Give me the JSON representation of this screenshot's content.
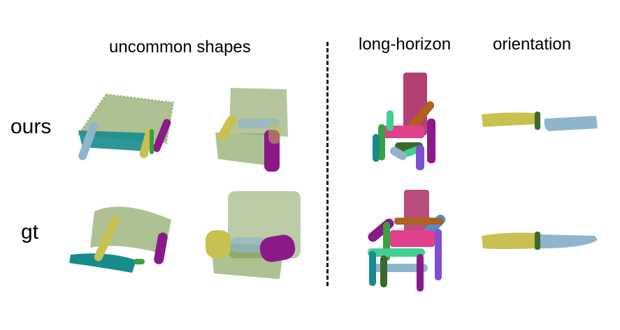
{
  "column_headers": {
    "uncommon_shapes": "uncommon shapes",
    "long_horizon": "long-horizon",
    "orientation": "orientation"
  },
  "row_labels": {
    "ours": "ours",
    "gt": "gt"
  },
  "colors": {
    "olive_green": "#6b8e3a",
    "teal": "#168c8c",
    "light_blue": "#8fb5cc",
    "yellow": "#c8c050",
    "purple": "#8a1a8a",
    "crimson": "#a01050",
    "pink": "#e0408a",
    "orange_brown": "#b06020",
    "mint": "#40d090",
    "blue": "#4060c0",
    "dark_green": "#3a6a2a",
    "violet": "#8050d0"
  }
}
